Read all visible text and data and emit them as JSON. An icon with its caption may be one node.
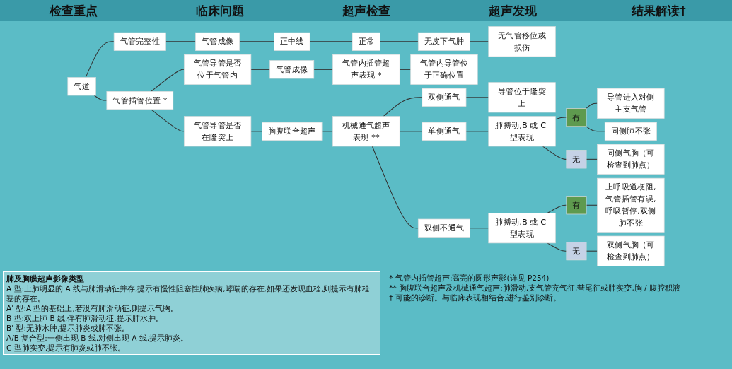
{
  "diagram": {
    "nodes": [
      {
        "text": [
          "气道"
        ]
      },
      {
        "text": [
          "气管完整性"
        ]
      },
      {
        "text": [
          "气管导管是否位于气管内"
        ]
      },
      {
        "text": [
          "气管插管位置 *"
        ]
      },
      {
        "text": [
          "气管导管是否在隆突上"
        ]
      },
      {
        "text": [
          "气管成像"
        ]
      },
      {
        "text": [
          "气管成像"
        ]
      },
      {
        "text": [
          "胸腹联合超声"
        ]
      },
      {
        "text": [
          "正中线"
        ]
      },
      {
        "text": [
          "正常"
        ]
      },
      {
        "text": [
          "无皮下气肿"
        ]
      },
      {
        "text": [
          "气管内插管超声表现 *"
        ]
      },
      {
        "text": [
          "机械通气超声表现 **"
        ]
      },
      {
        "text": [
          "双侧通气"
        ]
      },
      {
        "text": [
          "单侧通气"
        ]
      },
      {
        "text": [
          "双侧不通气"
        ]
      },
      {
        "text": [
          "肺搏动,B 或 C 型表现"
        ]
      },
      {
        "text": [
          "肺搏动,B 或 C 型表现"
        ]
      },
      {
        "text": [
          "有"
        ]
      },
      {
        "text": [
          "无"
        ]
      },
      {
        "text": [
          "有"
        ]
      },
      {
        "text": [
          "无"
        ]
      },
      {
        "text": [
          "无气管移位或损伤"
        ]
      },
      {
        "text": [
          "气管内导管位于正确位置"
        ]
      },
      {
        "text": [
          "导管位于隆突上"
        ]
      },
      {
        "text": [
          "导管进入对侧主支气管"
        ]
      },
      {
        "text": [
          "同侧肺不张"
        ]
      },
      {
        "text": [
          "同侧气胸（可检查到肺点）"
        ]
      },
      {
        "text": [
          "上呼吸道梗阻,气管插管有误,呼吸暂停,双侧肺不张"
        ]
      },
      {
        "text": [
          "双侧气胸（可检查到肺点）"
        ]
      }
    ],
    "edges": [
      {
        "from": 0,
        "to": 1,
        "arrow": "none"
      },
      {
        "from": 0,
        "to": 3,
        "arrow": "none"
      },
      {
        "from": 3,
        "to": 2,
        "arrow": "none"
      },
      {
        "from": 3,
        "to": 4,
        "arrow": "none"
      },
      {
        "from": 1,
        "to": 5,
        "arrow": "none"
      },
      {
        "from": 2,
        "to": 6,
        "arrow": "none"
      },
      {
        "from": 4,
        "to": 7,
        "arrow": "none"
      },
      {
        "from": 5,
        "to": 8,
        "arrow": "none"
      },
      {
        "from": 6,
        "to": 11,
        "arrow": "none"
      },
      {
        "from": 7,
        "to": 12,
        "arrow": "none"
      },
      {
        "from": 8,
        "to": 9,
        "arrow": "none"
      },
      {
        "from": 9,
        "to": 10,
        "arrow": "none"
      },
      {
        "from": 10,
        "to": 22,
        "arrow": "none"
      },
      {
        "from": 11,
        "to": 23,
        "arrow": "none"
      },
      {
        "from": 12,
        "to": 13,
        "arrow": "none"
      },
      {
        "from": 12,
        "to": 14,
        "arrow": "none"
      },
      {
        "from": 12,
        "to": 15,
        "arrow": "none"
      },
      {
        "from": 13,
        "to": 24,
        "arrow": "none"
      },
      {
        "from": 14,
        "to": 16,
        "arrow": "none"
      },
      {
        "from": 16,
        "to": 18,
        "arrow": "none"
      },
      {
        "from": 16,
        "to": 19,
        "arrow": "none"
      },
      {
        "from": 18,
        "to": 25,
        "arrow": "none"
      },
      {
        "from": 18,
        "to": 26,
        "arrow": "none"
      },
      {
        "from": 19,
        "to": 27,
        "arrow": "none"
      },
      {
        "from": 15,
        "to": 17,
        "arrow": "none"
      },
      {
        "from": 17,
        "to": 20,
        "arrow": "none"
      },
      {
        "from": 17,
        "to": 21,
        "arrow": "none"
      },
      {
        "from": 20,
        "to": 28,
        "arrow": "none"
      },
      {
        "from": 21,
        "to": 29,
        "arrow": "none"
      }
    ],
    "labels": [
      "检查重点",
      "临床问题",
      "超声检查",
      "超声发现",
      "结果解读†",
      "肺及胸膜超声影像类型",
      "A 型:上肺明显的 A 线与肺滑动征并存,提示有慢性阻塞性肺疾病,哮喘的存在,如果还发现血栓,则提示有肺栓塞的存在。",
      "A' 型:A 型的基础上,若没有肺滑动征,则提示气胸。",
      "B 型:双上肺 B 线,伴有肺滑动征,提示肺水肿。",
      "B' 型:无肺水肿,提示肺炎或肺不张。",
      "A/B 复合型:一侧出现 B 线,对侧出现 A 线,提示肺炎。",
      "C 型肺实变,提示有肺炎或肺不张。",
      "* 气管内插管超声:高亮的圆形声影(详见 P254)",
      "** 胸腹联合超声及机械通气超声:肺滑动,支气管充气征,彗尾征或肺实变,胸 / 腹腔积液",
      "† 可能的诊断。与临床表现相结合,进行鉴别诊断。"
    ]
  }
}
